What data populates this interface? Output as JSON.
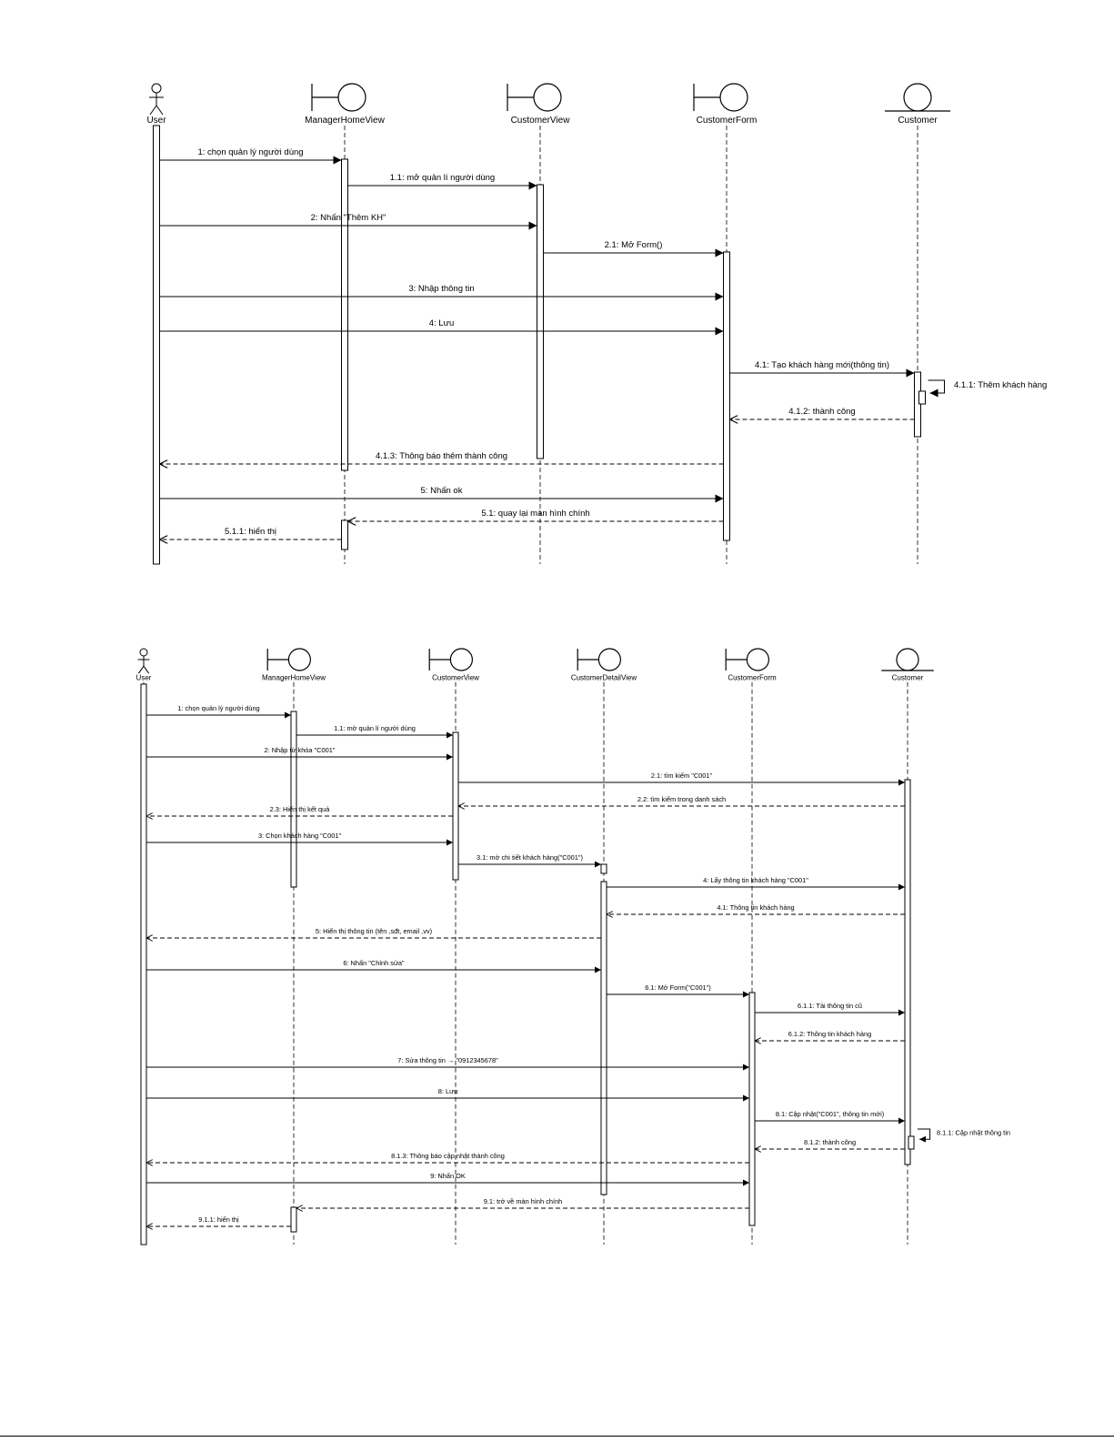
{
  "diagrams": [
    {
      "participants": [
        {
          "id": "user",
          "type": "actor",
          "label": "User"
        },
        {
          "id": "mhv",
          "type": "boundary",
          "label": "ManagerHomeView"
        },
        {
          "id": "cv",
          "type": "boundary",
          "label": "CustomerView"
        },
        {
          "id": "cf",
          "type": "boundary",
          "label": "CustomerForm"
        },
        {
          "id": "cust",
          "type": "entity",
          "label": "Customer"
        }
      ],
      "messages": [
        {
          "from": "user",
          "to": "mhv",
          "label": "1: chọn quản lý người dùng",
          "kind": "sync"
        },
        {
          "from": "mhv",
          "to": "cv",
          "label": "1.1: mở quản lí người dùng",
          "kind": "sync"
        },
        {
          "from": "user",
          "to": "cv",
          "label": "2: Nhấn \"Thêm KH\"",
          "kind": "sync"
        },
        {
          "from": "cv",
          "to": "cf",
          "label": "2.1: Mở Form()",
          "kind": "sync"
        },
        {
          "from": "user",
          "to": "cf",
          "label": "3: Nhập thông tin",
          "kind": "sync"
        },
        {
          "from": "user",
          "to": "cf",
          "label": "4: Lưu",
          "kind": "sync"
        },
        {
          "from": "cf",
          "to": "cust",
          "label": "4.1: Tạo khách hàng mới(thông tin)",
          "kind": "sync"
        },
        {
          "from": "cust",
          "to": "cust",
          "label": "4.1.1: Thêm khách hàng",
          "kind": "self"
        },
        {
          "from": "cust",
          "to": "cf",
          "label": "4.1.2: thành công",
          "kind": "return"
        },
        {
          "from": "cf",
          "to": "user",
          "label": "4.1.3: Thông báo thêm thành công",
          "kind": "return"
        },
        {
          "from": "user",
          "to": "cf",
          "label": "5: Nhấn ok",
          "kind": "sync"
        },
        {
          "from": "cf",
          "to": "mhv",
          "label": "5.1: quay lại màn hình chính",
          "kind": "return"
        },
        {
          "from": "mhv",
          "to": "user",
          "label": "5.1.1: hiển thị",
          "kind": "return"
        }
      ]
    },
    {
      "participants": [
        {
          "id": "user",
          "type": "actor",
          "label": "User"
        },
        {
          "id": "mhv",
          "type": "boundary",
          "label": "ManagerHomeView"
        },
        {
          "id": "cv",
          "type": "boundary",
          "label": "CustomerView"
        },
        {
          "id": "cdv",
          "type": "boundary",
          "label": "CustomerDetailView"
        },
        {
          "id": "cf",
          "type": "boundary",
          "label": "CustomerForm"
        },
        {
          "id": "cust",
          "type": "entity",
          "label": "Customer"
        }
      ],
      "messages": [
        {
          "from": "user",
          "to": "mhv",
          "label": "1: chọn quản lý người dùng",
          "kind": "sync"
        },
        {
          "from": "mhv",
          "to": "cv",
          "label": "1.1: mở quản lí người dùng",
          "kind": "sync"
        },
        {
          "from": "user",
          "to": "cv",
          "label": "2: Nhập từ khóa \"C001\"",
          "kind": "sync"
        },
        {
          "from": "cv",
          "to": "cust",
          "label": "2.1: tìm kiếm \"C001\"",
          "kind": "sync"
        },
        {
          "from": "cust",
          "to": "cv",
          "label": "2.2: tìm kiếm trong danh sách",
          "kind": "return"
        },
        {
          "from": "cv",
          "to": "user",
          "label": "2.3: Hiển thị kết quả",
          "kind": "return"
        },
        {
          "from": "user",
          "to": "cv",
          "label": "3: Chọn khách hàng \"C001\"",
          "kind": "sync"
        },
        {
          "from": "cv",
          "to": "cdv",
          "label": "3.1: mở chi tiết khách hàng(\"C001\")",
          "kind": "sync"
        },
        {
          "from": "cdv",
          "to": "cust",
          "label": "4: Lấy thông tin khách hàng \"C001\"",
          "kind": "sync"
        },
        {
          "from": "cust",
          "to": "cdv",
          "label": "4.1: Thông tin khách hàng",
          "kind": "return"
        },
        {
          "from": "cdv",
          "to": "user",
          "label": "5: Hiển thị thông tin (tên ,sđt, email ,vv)",
          "kind": "return"
        },
        {
          "from": "user",
          "to": "cdv",
          "label": "6: Nhấn \"Chỉnh sửa\"",
          "kind": "sync"
        },
        {
          "from": "cdv",
          "to": "cf",
          "label": "6.1: Mở Form(\"C001\")",
          "kind": "sync"
        },
        {
          "from": "cf",
          "to": "cust",
          "label": "6.1.1: Tải thông tin cũ",
          "kind": "sync"
        },
        {
          "from": "cust",
          "to": "cf",
          "label": "6.1.2: Thông tin khách hàng",
          "kind": "return"
        },
        {
          "from": "user",
          "to": "cf",
          "label": "7: Sửa thông tin → \"0912345678\"",
          "kind": "sync"
        },
        {
          "from": "user",
          "to": "cf",
          "label": "8: Lưu",
          "kind": "sync"
        },
        {
          "from": "cf",
          "to": "cust",
          "label": "8.1: Cập nhật(\"C001\", thông tin mới)",
          "kind": "sync"
        },
        {
          "from": "cust",
          "to": "cust",
          "label": "8.1.1: Cập nhật thông tin",
          "kind": "self"
        },
        {
          "from": "cust",
          "to": "cf",
          "label": "8.1.2:  thành công",
          "kind": "return"
        },
        {
          "from": "cf",
          "to": "user",
          "label": "8.1.3: Thông báo cập nhật thành công",
          "kind": "return"
        },
        {
          "from": "user",
          "to": "cf",
          "label": "9: Nhấn OK",
          "kind": "sync"
        },
        {
          "from": "cf",
          "to": "mhv",
          "label": "9.1: trở về màn hình chính",
          "kind": "return"
        },
        {
          "from": "mhv",
          "to": "user",
          "label": "9.1.1: hiển thị",
          "kind": "return"
        }
      ]
    }
  ]
}
